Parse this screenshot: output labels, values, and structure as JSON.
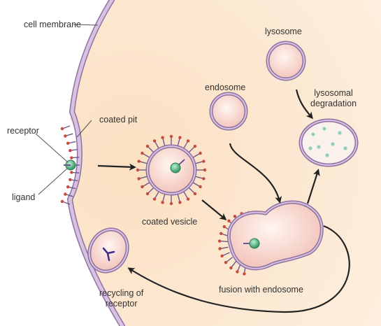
{
  "labels": {
    "cell_membrane": "cell membrane",
    "lysosome": "lysosome",
    "endosome": "endosome",
    "lysosomal_degradation": "lysosomal\ndegradation",
    "coated_pit": "coated pit",
    "receptor": "receptor",
    "ligand": "ligand",
    "coated_vesicle": "coated vesicle",
    "fusion_with_endosome": "fusion with endosome",
    "recycling_of_receptor": "recycling of\nreceptor"
  },
  "colors": {
    "cytoplasm": "#fbe7cf",
    "membrane": "#c2a2cf",
    "membrane_outline": "#8e72a0",
    "vesicle_fill": "#f6cfc6",
    "vesicle_center": "#fdf0ea",
    "receptor_stalk": "#6a5a8a",
    "receptor_tip": "#c84a3c",
    "ligand": "#4caf7a",
    "degradation_dots": "#8fd1b6",
    "arrow": "#222222",
    "text": "#333333"
  }
}
